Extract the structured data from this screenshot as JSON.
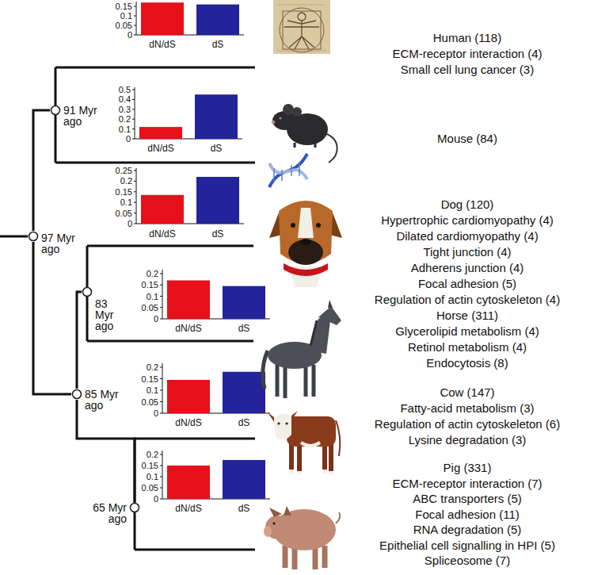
{
  "diagram": {
    "nodes": [
      {
        "text": [
          "91 Myr ago"
        ]
      },
      {
        "text": [
          "97 Myr ago"
        ]
      },
      {
        "text": [
          "83 Myr ago"
        ]
      },
      {
        "text": [
          "85 Myr ago"
        ]
      },
      {
        "text": [
          "65 Myr ago"
        ]
      }
    ],
    "edges": [
      {
        "from": 1,
        "to": 0,
        "arrow": "none"
      },
      {
        "from": 1,
        "to": 3,
        "arrow": "none"
      },
      {
        "from": 3,
        "to": 2,
        "arrow": "none"
      },
      {
        "from": 3,
        "to": 4,
        "arrow": "none"
      }
    ],
    "labels": [
      "0.15",
      "0.1",
      "0.05",
      "0",
      "dN/dS",
      "dS",
      "Human (118)",
      "ECM-receptor interaction (4)",
      "Small cell lung cancer (3)",
      "0.5",
      "0.4",
      "0.3",
      "0.2",
      "0.1",
      "0",
      "dN/dS",
      "dS",
      "Mouse (84)",
      "0.25",
      "0.2",
      "0.15",
      "0.1",
      "0.05",
      "0",
      "dN/dS",
      "dS",
      "Dog (120)",
      "Hypertrophic cardiomyopathy (4)",
      "Dilated cardiomyopathy (4)",
      "Tight junction (4)",
      "Adherens junction (4)",
      "Focal adhesion (5)",
      "Regulation of actin cytoskeleton (4)",
      "0.2",
      "0.15",
      "0.1",
      "0.05",
      "0",
      "dN/dS",
      "dS",
      "Horse (311)",
      "Glycerolipid metabolism (4)",
      "Retinol metabolism (4)",
      "Endocytosis (8)",
      "0.2",
      "0.15",
      "0.1",
      "0.05",
      "0",
      "dN/dS",
      "dS",
      "Cow (147)",
      "Fatty-acid metabolism (3)",
      "Regulation of actin cytoskeleton (6)",
      "Lysine degradation (3)",
      "0.2",
      "0.15",
      "0.1",
      "0.05",
      "0",
      "dN/dS",
      "dS",
      "Pig (331)",
      "ECM-receptor interaction (7)",
      "ABC transporters (5)",
      "Focal adhesion (11)",
      "RNA degradation (5)",
      "Epithelial cell signalling in HPI (5)",
      "Spliceosome (7)"
    ]
  }
}
